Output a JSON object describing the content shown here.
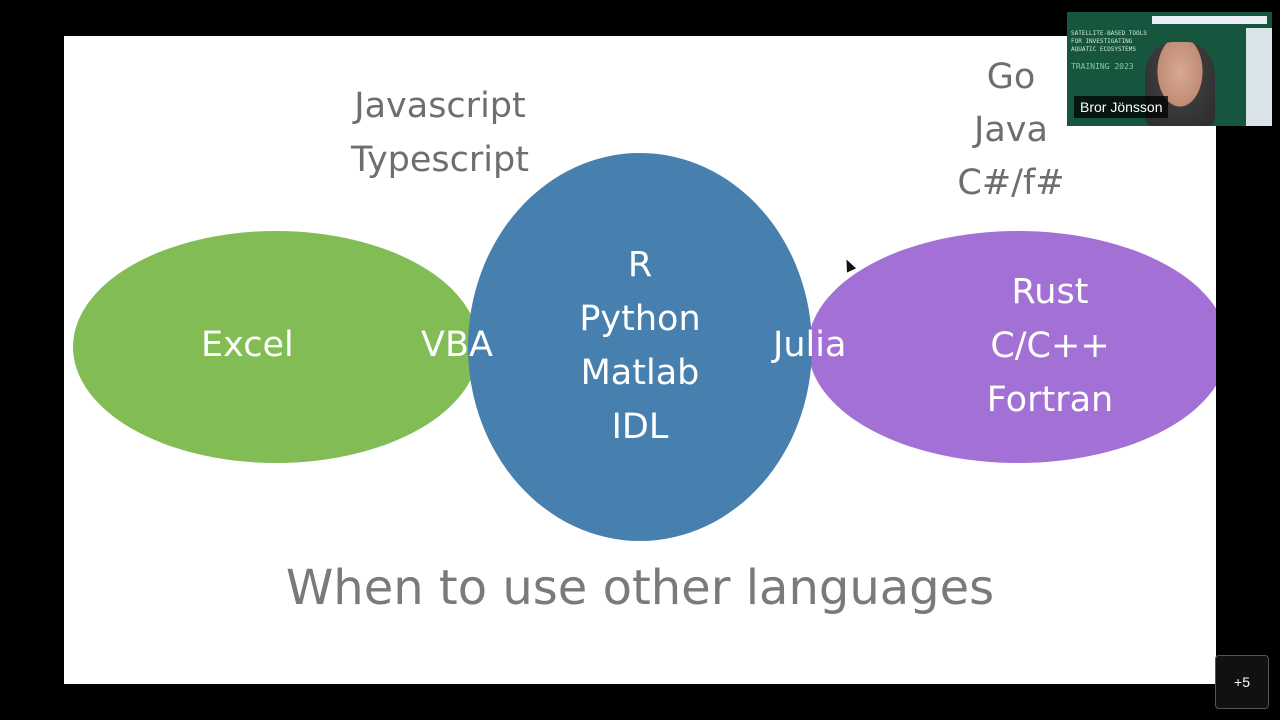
{
  "slide": {
    "title": "When to use other languages",
    "green_ellipse": {
      "left_label": "Excel",
      "right_label": "VBA",
      "color": "#82bc54"
    },
    "blue_ellipse": {
      "items": [
        "R",
        "Python",
        "Matlab",
        "IDL"
      ],
      "color": "#477fae"
    },
    "purple_ellipse": {
      "left_label": "Julia",
      "items": [
        "Rust",
        "C/C++",
        "Fortran"
      ],
      "color": "#a371d5"
    },
    "above_left": [
      "Javascript",
      "Typescript"
    ],
    "above_right": [
      "Go",
      "Java",
      "C#/f#"
    ]
  },
  "video_tile": {
    "participant_name": "Bror Jönsson",
    "background_text": "SATELLITE-BASED TOOLS\nFOR INVESTIGATING\nAQUATIC ECOSYSTEMS",
    "training_text": "TRAINING 2023"
  },
  "more_participants": {
    "label": "+5"
  }
}
